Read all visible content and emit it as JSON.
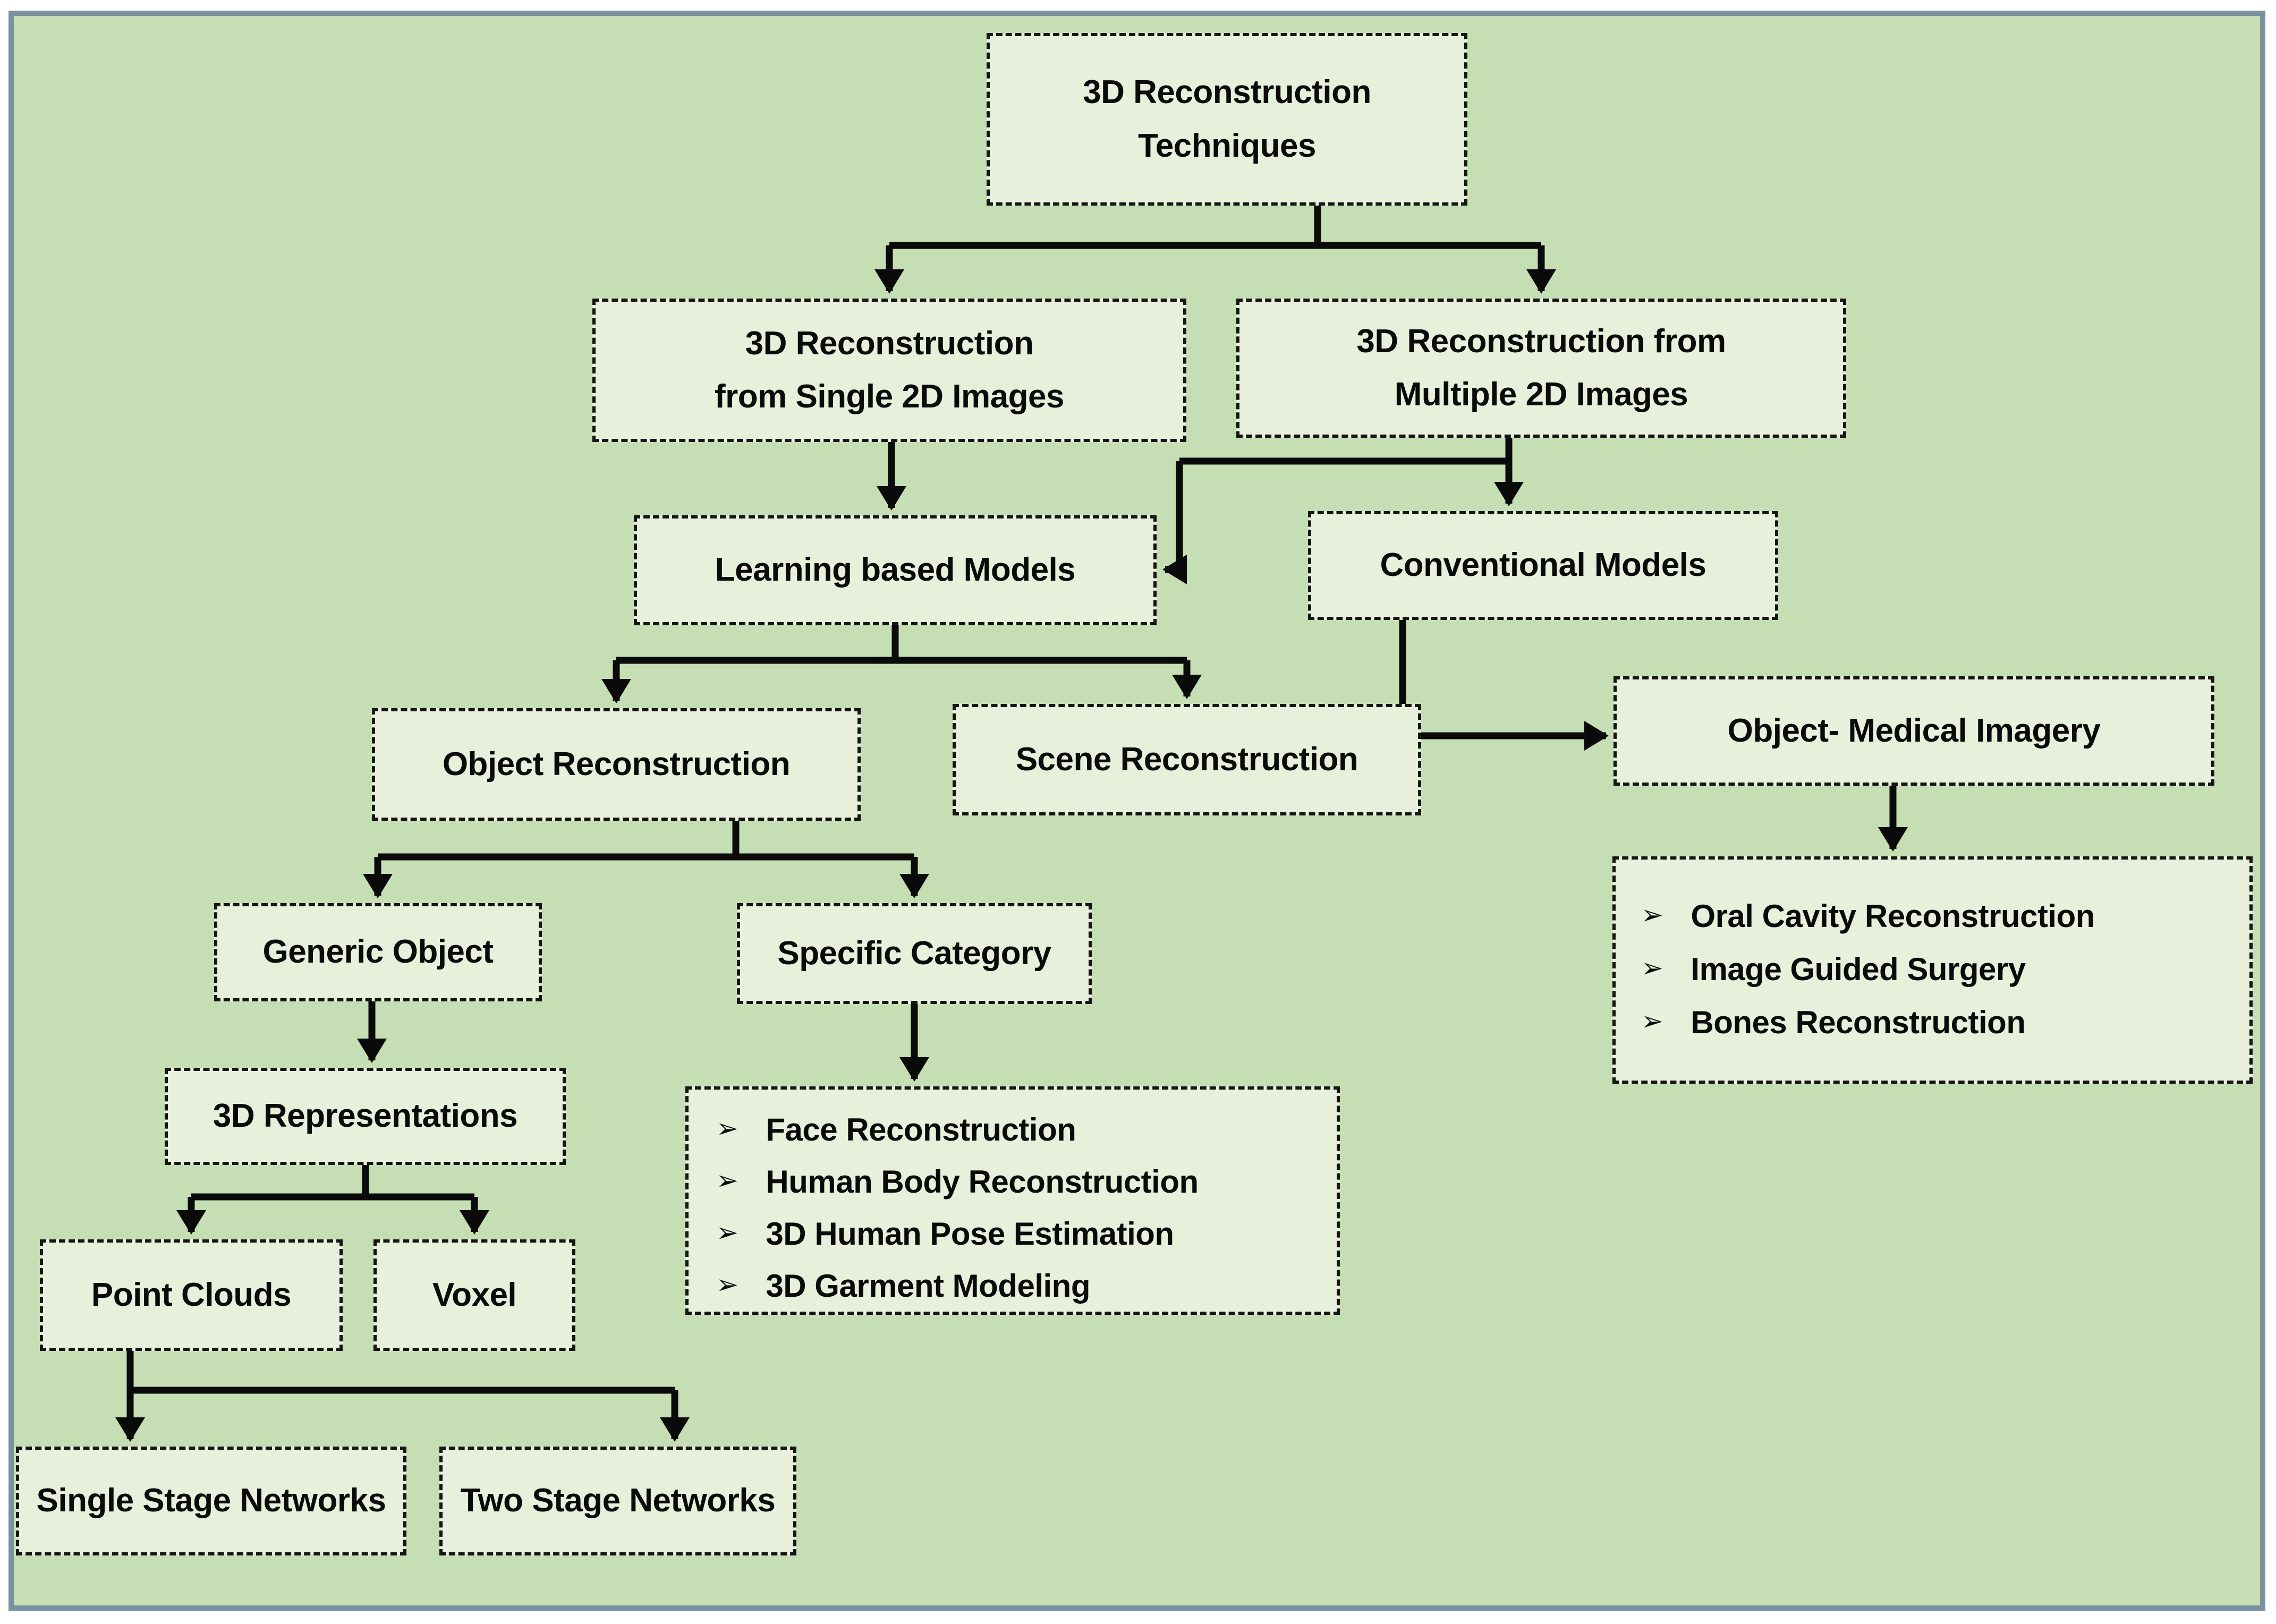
{
  "diagram_title": "3D Reconstruction Techniques",
  "nodes": {
    "root": {
      "label": "3D Reconstruction\nTechniques"
    },
    "single": {
      "label": "3D Reconstruction\nfrom Single 2D Images"
    },
    "multiple": {
      "label": "3D Reconstruction from\nMultiple 2D Images"
    },
    "learning": {
      "label": "Learning based Models"
    },
    "conventional": {
      "label": "Conventional Models"
    },
    "object": {
      "label": "Object Reconstruction"
    },
    "scene": {
      "label": "Scene Reconstruction"
    },
    "medical": {
      "label": "Object- Medical Imagery"
    },
    "generic": {
      "label": "Generic Object"
    },
    "specific": {
      "label": "Specific Category"
    },
    "representations": {
      "label": "3D Representations"
    },
    "point_clouds": {
      "label": "Point Clouds"
    },
    "voxel": {
      "label": "Voxel"
    },
    "single_stage": {
      "label": "Single Stage Networks"
    },
    "two_stage": {
      "label": "Two Stage Networks"
    }
  },
  "lists": {
    "bullet": "➢",
    "medical_items": [
      "Oral Cavity Reconstruction",
      "Image Guided Surgery",
      "Bones Reconstruction"
    ],
    "specific_items": [
      "Face Reconstruction",
      "Human Body Reconstruction",
      "3D Human Pose Estimation",
      "3D Garment Modeling"
    ]
  },
  "colors": {
    "canvas_background": "#c5deb4",
    "box_fill": "#e6f0db",
    "dashed_border": "#151515",
    "outer_frame": "#7c919f",
    "connector": "#0a0a0a"
  }
}
